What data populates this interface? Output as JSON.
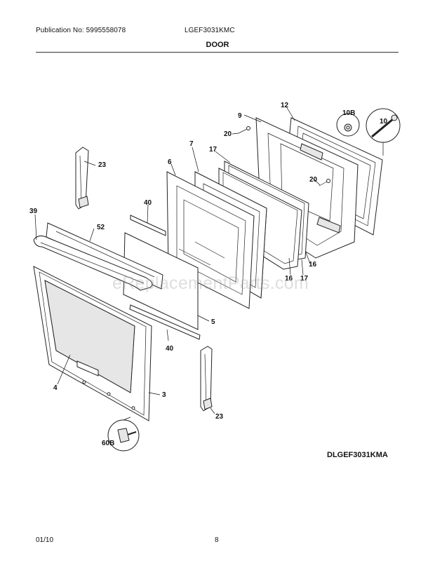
{
  "header": {
    "publication": "Publication No: 5995558078",
    "model": "LGEF3031KMC",
    "section_title": "DOOR"
  },
  "callouts": {
    "c9": "9",
    "c12": "12",
    "c10b": "10B",
    "c10": "10",
    "c20a": "20",
    "c20b": "20",
    "c7": "7",
    "c17a": "17",
    "c6": "6",
    "c23a": "23",
    "c39": "39",
    "c52": "52",
    "c40a": "40",
    "c40b": "40",
    "c16a": "16",
    "c16b": "16",
    "c17b": "17",
    "c5": "5",
    "c4": "4",
    "c3": "3",
    "c23b": "23",
    "c60b": "60B"
  },
  "watermark": "eReplacementParts.com",
  "footer": {
    "drawing_code": "DLGEF3031KMA",
    "date": "01/10",
    "page": "8"
  }
}
